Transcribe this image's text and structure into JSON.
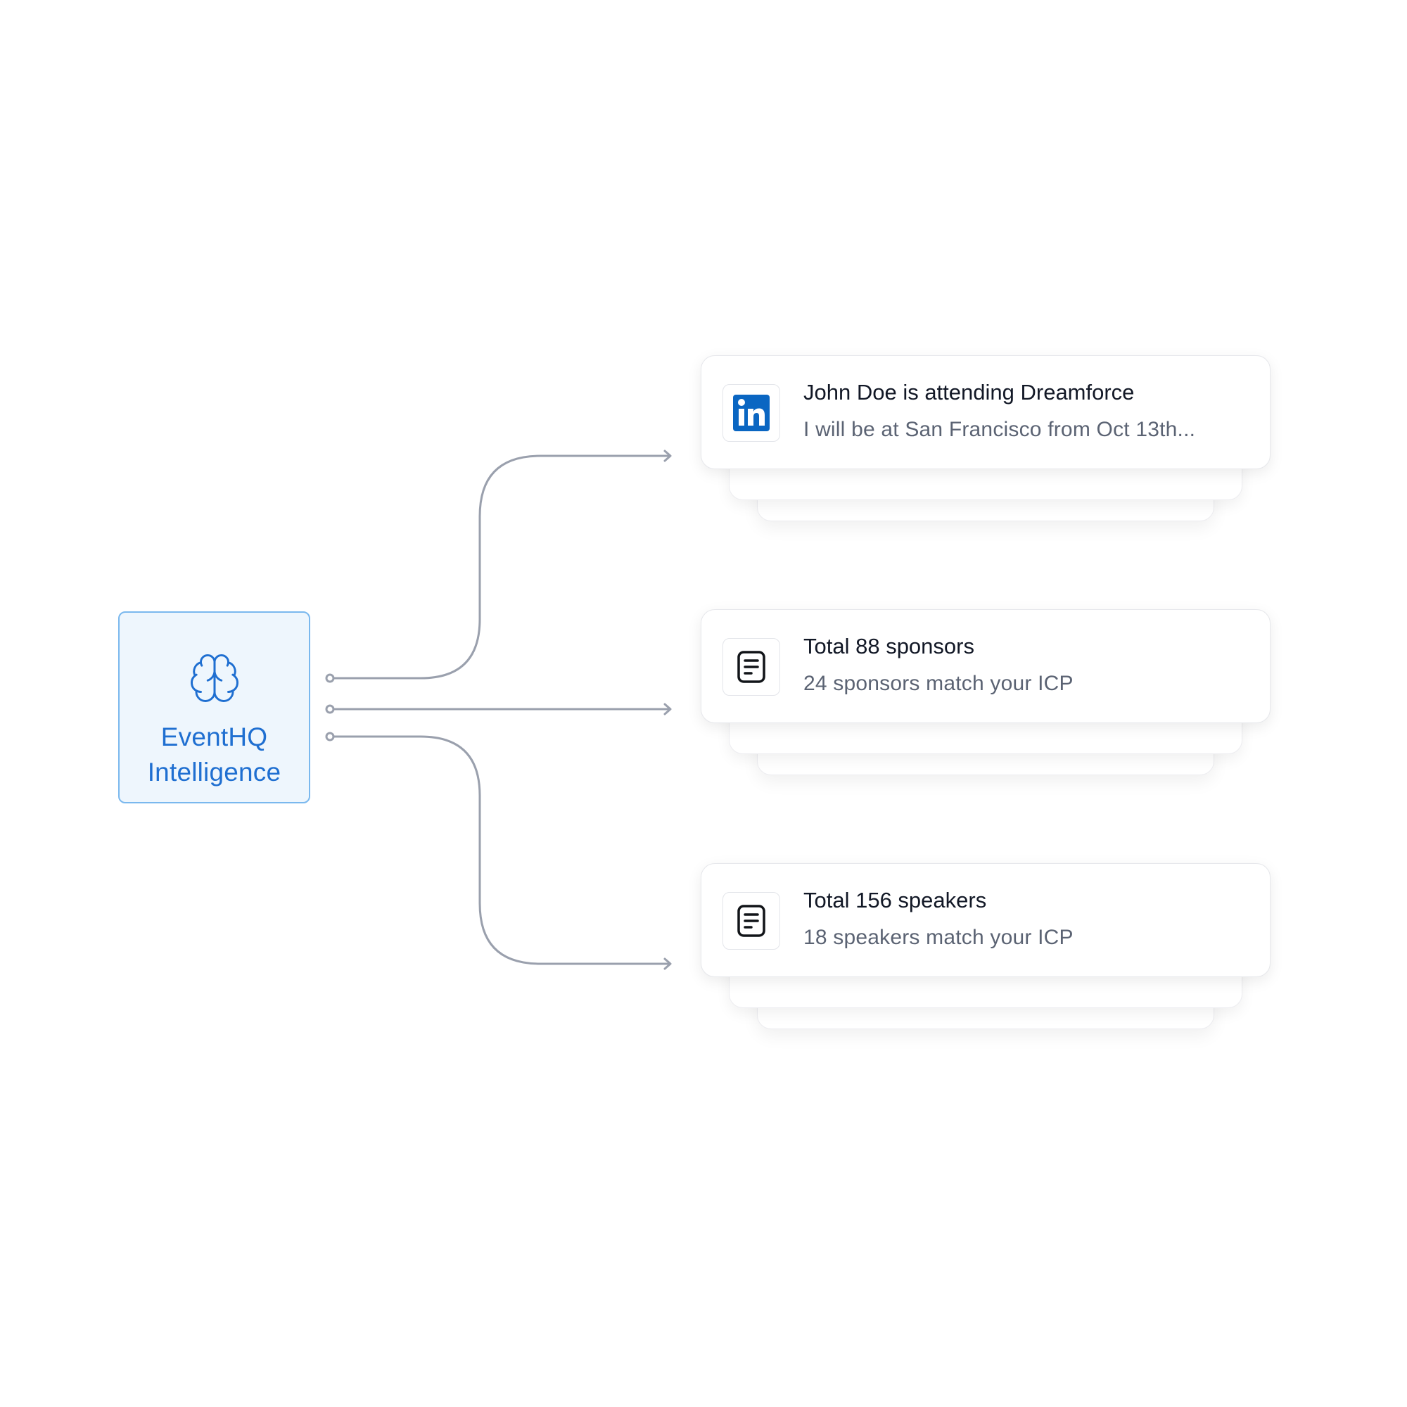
{
  "source": {
    "label_line1": "EventHQ",
    "label_line2": "Intelligence",
    "icon": "brain-icon"
  },
  "cards": [
    {
      "icon": "linkedin-icon",
      "icon_text": "in",
      "title": "John Doe is attending Dreamforce",
      "subtitle": "I will be at San Francisco from Oct 13th..."
    },
    {
      "icon": "document-icon",
      "title": "Total 88 sponsors",
      "subtitle": "24 sponsors match your ICP"
    },
    {
      "icon": "document-icon",
      "title": "Total 156 speakers",
      "subtitle": "18 speakers match your ICP"
    }
  ],
  "colors": {
    "accent": "#1f6fd1",
    "linkedin": "#0a66c2",
    "connector": "#9aa0ad"
  }
}
